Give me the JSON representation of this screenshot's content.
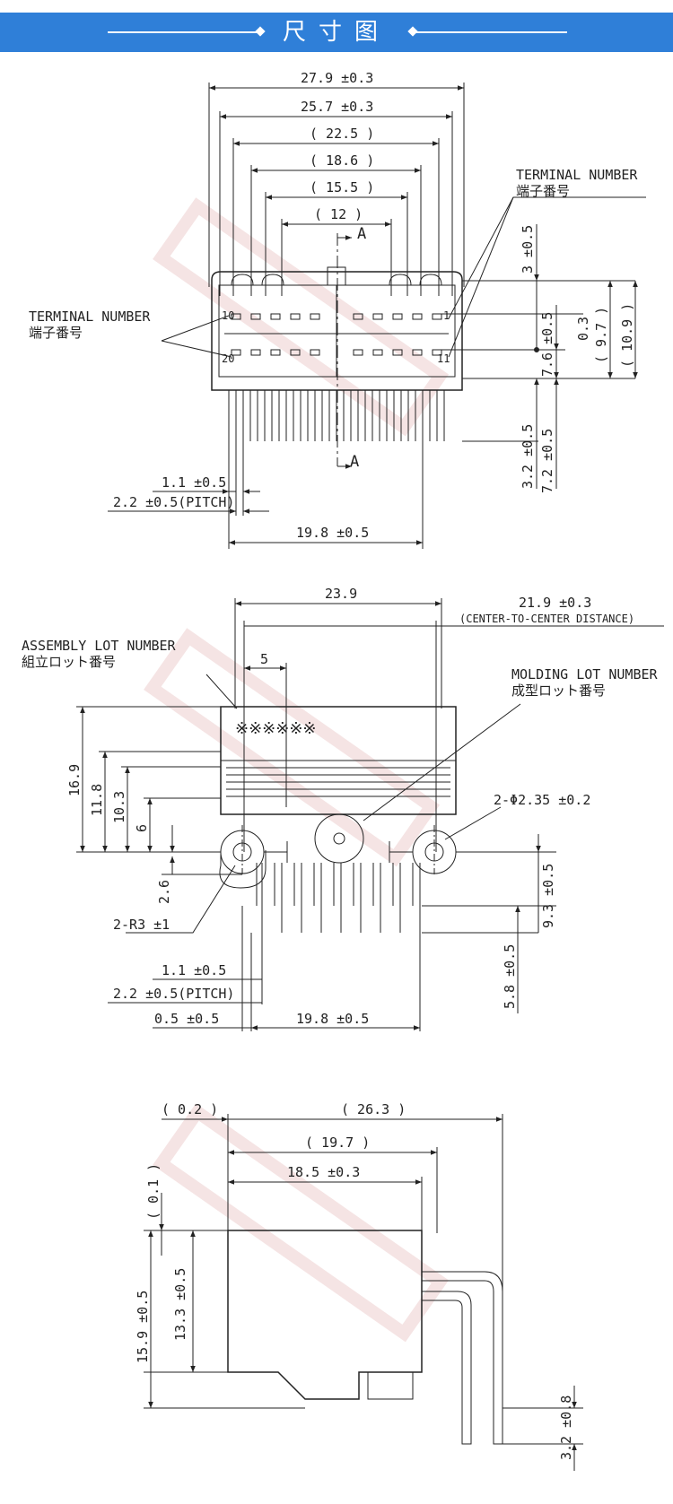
{
  "banner": {
    "title": "尺寸图",
    "color": "#2f7fd8"
  },
  "view1": {
    "dims": {
      "d27_9": "27.9 ±0.3",
      "d25_7": "25.7 ±0.3",
      "d22_5": "( 22.5 )",
      "d18_6": "( 18.6 )",
      "d15_5": "( 15.5 )",
      "d12": "( 12 )",
      "section_a": "A",
      "d3": "3 ±0.5",
      "d0_3": "0.3",
      "d9_7": "( 9.7 )",
      "d10_9": "( 10.9 )",
      "d7_6": "7.6 ±0.5",
      "d3_2": "3.2 ±0.5",
      "d7_2": "7.2 ±0.5",
      "d1_1": "1.1 ±0.5",
      "d2_2": "2.2 ±0.5(PITCH)",
      "d19_8": "19.8 ±0.5"
    },
    "terminal_right_en": "TERMINAL NUMBER",
    "terminal_right_jp": "端子番号",
    "terminal_left_en": "TERMINAL NUMBER",
    "terminal_left_jp": "端子番号",
    "pin_labels": {
      "p10": "10",
      "p20": "20",
      "p1": "1",
      "p11": "11"
    }
  },
  "view2": {
    "dims": {
      "d23_9": "23.9",
      "d21_9": "21.9 ±0.3",
      "d21_9_note": "(CENTER-TO-CENTER DISTANCE)",
      "d5": "5",
      "d16_9": "16.9",
      "d11_8": "11.8",
      "d10_3": "10.3",
      "d6": "6",
      "d2_6": "2.6",
      "d2_r3": "2-R3 ±1",
      "d2_phi": "2-Φ2.35 ±0.2",
      "d9_3": "9.3 ±0.5",
      "d5_8": "5.8 ±0.5",
      "d1_1": "1.1 ±0.5",
      "d2_2": "2.2 ±0.5(PITCH)",
      "d0_5": "0.5 ±0.5",
      "d19_8": "19.8 ±0.5"
    },
    "assembly_en": "ASSEMBLY LOT NUMBER",
    "assembly_jp": "組立ロット番号",
    "molding_en": "MOLDING LOT NUMBER",
    "molding_jp": "成型ロット番号",
    "lot_marks": "※※※※※※"
  },
  "view3": {
    "dims": {
      "d0_2": "( 0.2 )",
      "d26_3": "( 26.3 )",
      "d19_7": "( 19.7 )",
      "d18_5": "18.5 ±0.3",
      "d0_1": "( 0.1 )",
      "d15_9": "15.9 ±0.5",
      "d13_3": "13.3 ±0.5",
      "d3_2": "3.2 ±0.8"
    }
  }
}
